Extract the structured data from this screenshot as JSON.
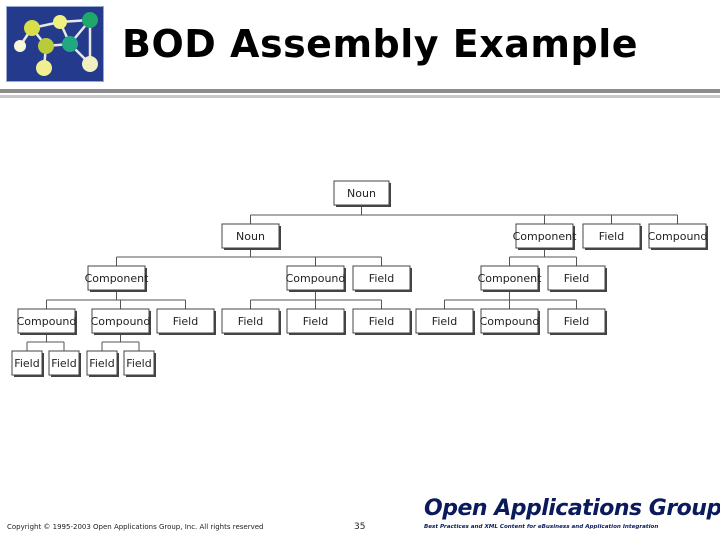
{
  "slide": {
    "title": "BOD Assembly Example",
    "copyright": "Copyright © 1995-2003 Open Applications Group, Inc. All rights reserved",
    "page_number": "35"
  },
  "brand": {
    "name": "Open Applications Group",
    "tagline": "Best Practices and XML Content for eBusiness and Application Integration"
  },
  "tree": {
    "nodes": [
      {
        "id": "n0",
        "label": "Noun",
        "parent": null
      },
      {
        "id": "n1",
        "label": "Noun",
        "parent": "n0"
      },
      {
        "id": "n2",
        "label": "Component",
        "parent": "n0"
      },
      {
        "id": "n3",
        "label": "Field",
        "parent": "n0"
      },
      {
        "id": "n4",
        "label": "Compound",
        "parent": "n0"
      },
      {
        "id": "n5",
        "label": "Component",
        "parent": "n1"
      },
      {
        "id": "n6",
        "label": "Compound",
        "parent": "n1"
      },
      {
        "id": "n7",
        "label": "Field",
        "parent": "n1"
      },
      {
        "id": "n8",
        "label": "Component",
        "parent": "n2"
      },
      {
        "id": "n9",
        "label": "Field",
        "parent": "n2"
      },
      {
        "id": "n10",
        "label": "Compound",
        "parent": "n5"
      },
      {
        "id": "n11",
        "label": "Compound",
        "parent": "n5"
      },
      {
        "id": "n12",
        "label": "Field",
        "parent": "n5"
      },
      {
        "id": "n13",
        "label": "Field",
        "parent": "n6"
      },
      {
        "id": "n14",
        "label": "Field",
        "parent": "n6"
      },
      {
        "id": "n15",
        "label": "Field",
        "parent": "n6"
      },
      {
        "id": "n16",
        "label": "Field",
        "parent": "n8"
      },
      {
        "id": "n17",
        "label": "Compound",
        "parent": "n8"
      },
      {
        "id": "n18",
        "label": "Field",
        "parent": "n8"
      },
      {
        "id": "n19",
        "label": "Field",
        "parent": "n10"
      },
      {
        "id": "n20",
        "label": "Field",
        "parent": "n10"
      },
      {
        "id": "n21",
        "label": "Field",
        "parent": "n11"
      },
      {
        "id": "n22",
        "label": "Field",
        "parent": "n11"
      }
    ]
  }
}
